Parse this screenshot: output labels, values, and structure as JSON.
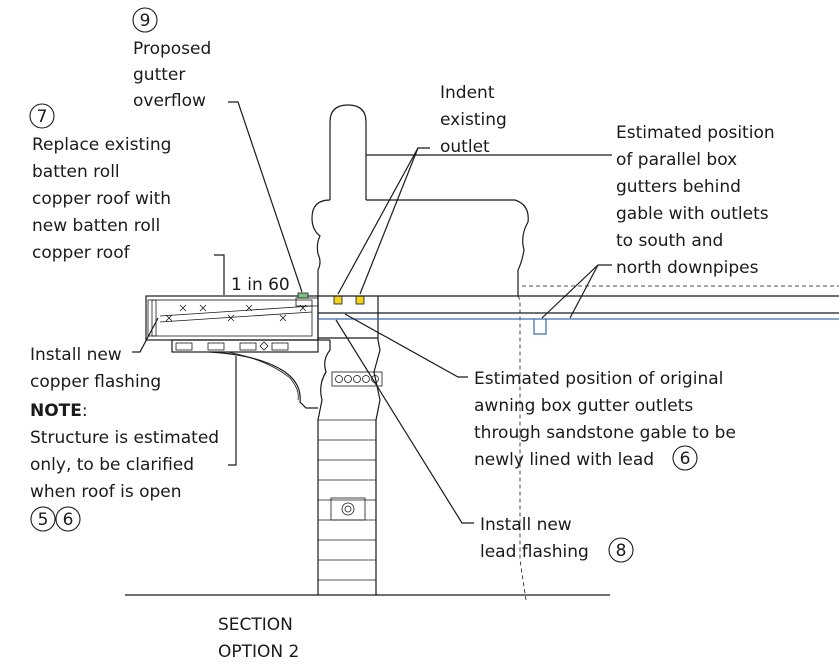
{
  "annotations": {
    "proposed_overflow": {
      "number": "9",
      "lines": [
        "Proposed",
        "gutter",
        "overflow"
      ]
    },
    "replace_roof": {
      "number": "7",
      "lines": [
        "Replace existing",
        "batten roll",
        "copper roof with",
        "new batten roll",
        "copper roof"
      ]
    },
    "indent_outlet": {
      "lines": [
        "Indent",
        "existing",
        "outlet"
      ]
    },
    "estimated_parallel": {
      "lines": [
        "Estimated position",
        "of parallel box",
        "gutters behind",
        "gable with outlets",
        "to south and",
        "north downpipes"
      ]
    },
    "slope": "1 in 60",
    "install_copper": {
      "lines": [
        "Install new",
        "copper flashing"
      ]
    },
    "estimated_original": {
      "lines": [
        "Estimated position of original",
        "awning box gutter outlets",
        "through sandstone gable to be",
        "newly lined with lead"
      ],
      "number": "6"
    },
    "note": {
      "heading": "NOTE",
      "colon": ":",
      "lines": [
        "Structure is estimated",
        "only, to be clarified",
        "when roof is open"
      ],
      "numbers": [
        "5",
        "6"
      ]
    },
    "install_lead": {
      "lines": [
        "Install new",
        "lead flashing"
      ],
      "number": "8"
    }
  },
  "title": {
    "lines": [
      "SECTION",
      "OPTION 2"
    ]
  },
  "colors": {
    "line": "#1a1a1a",
    "water_line": "#3a6ab0",
    "outlet_fill": "#f2d21a",
    "overflow_fill": "#7ec27e"
  }
}
